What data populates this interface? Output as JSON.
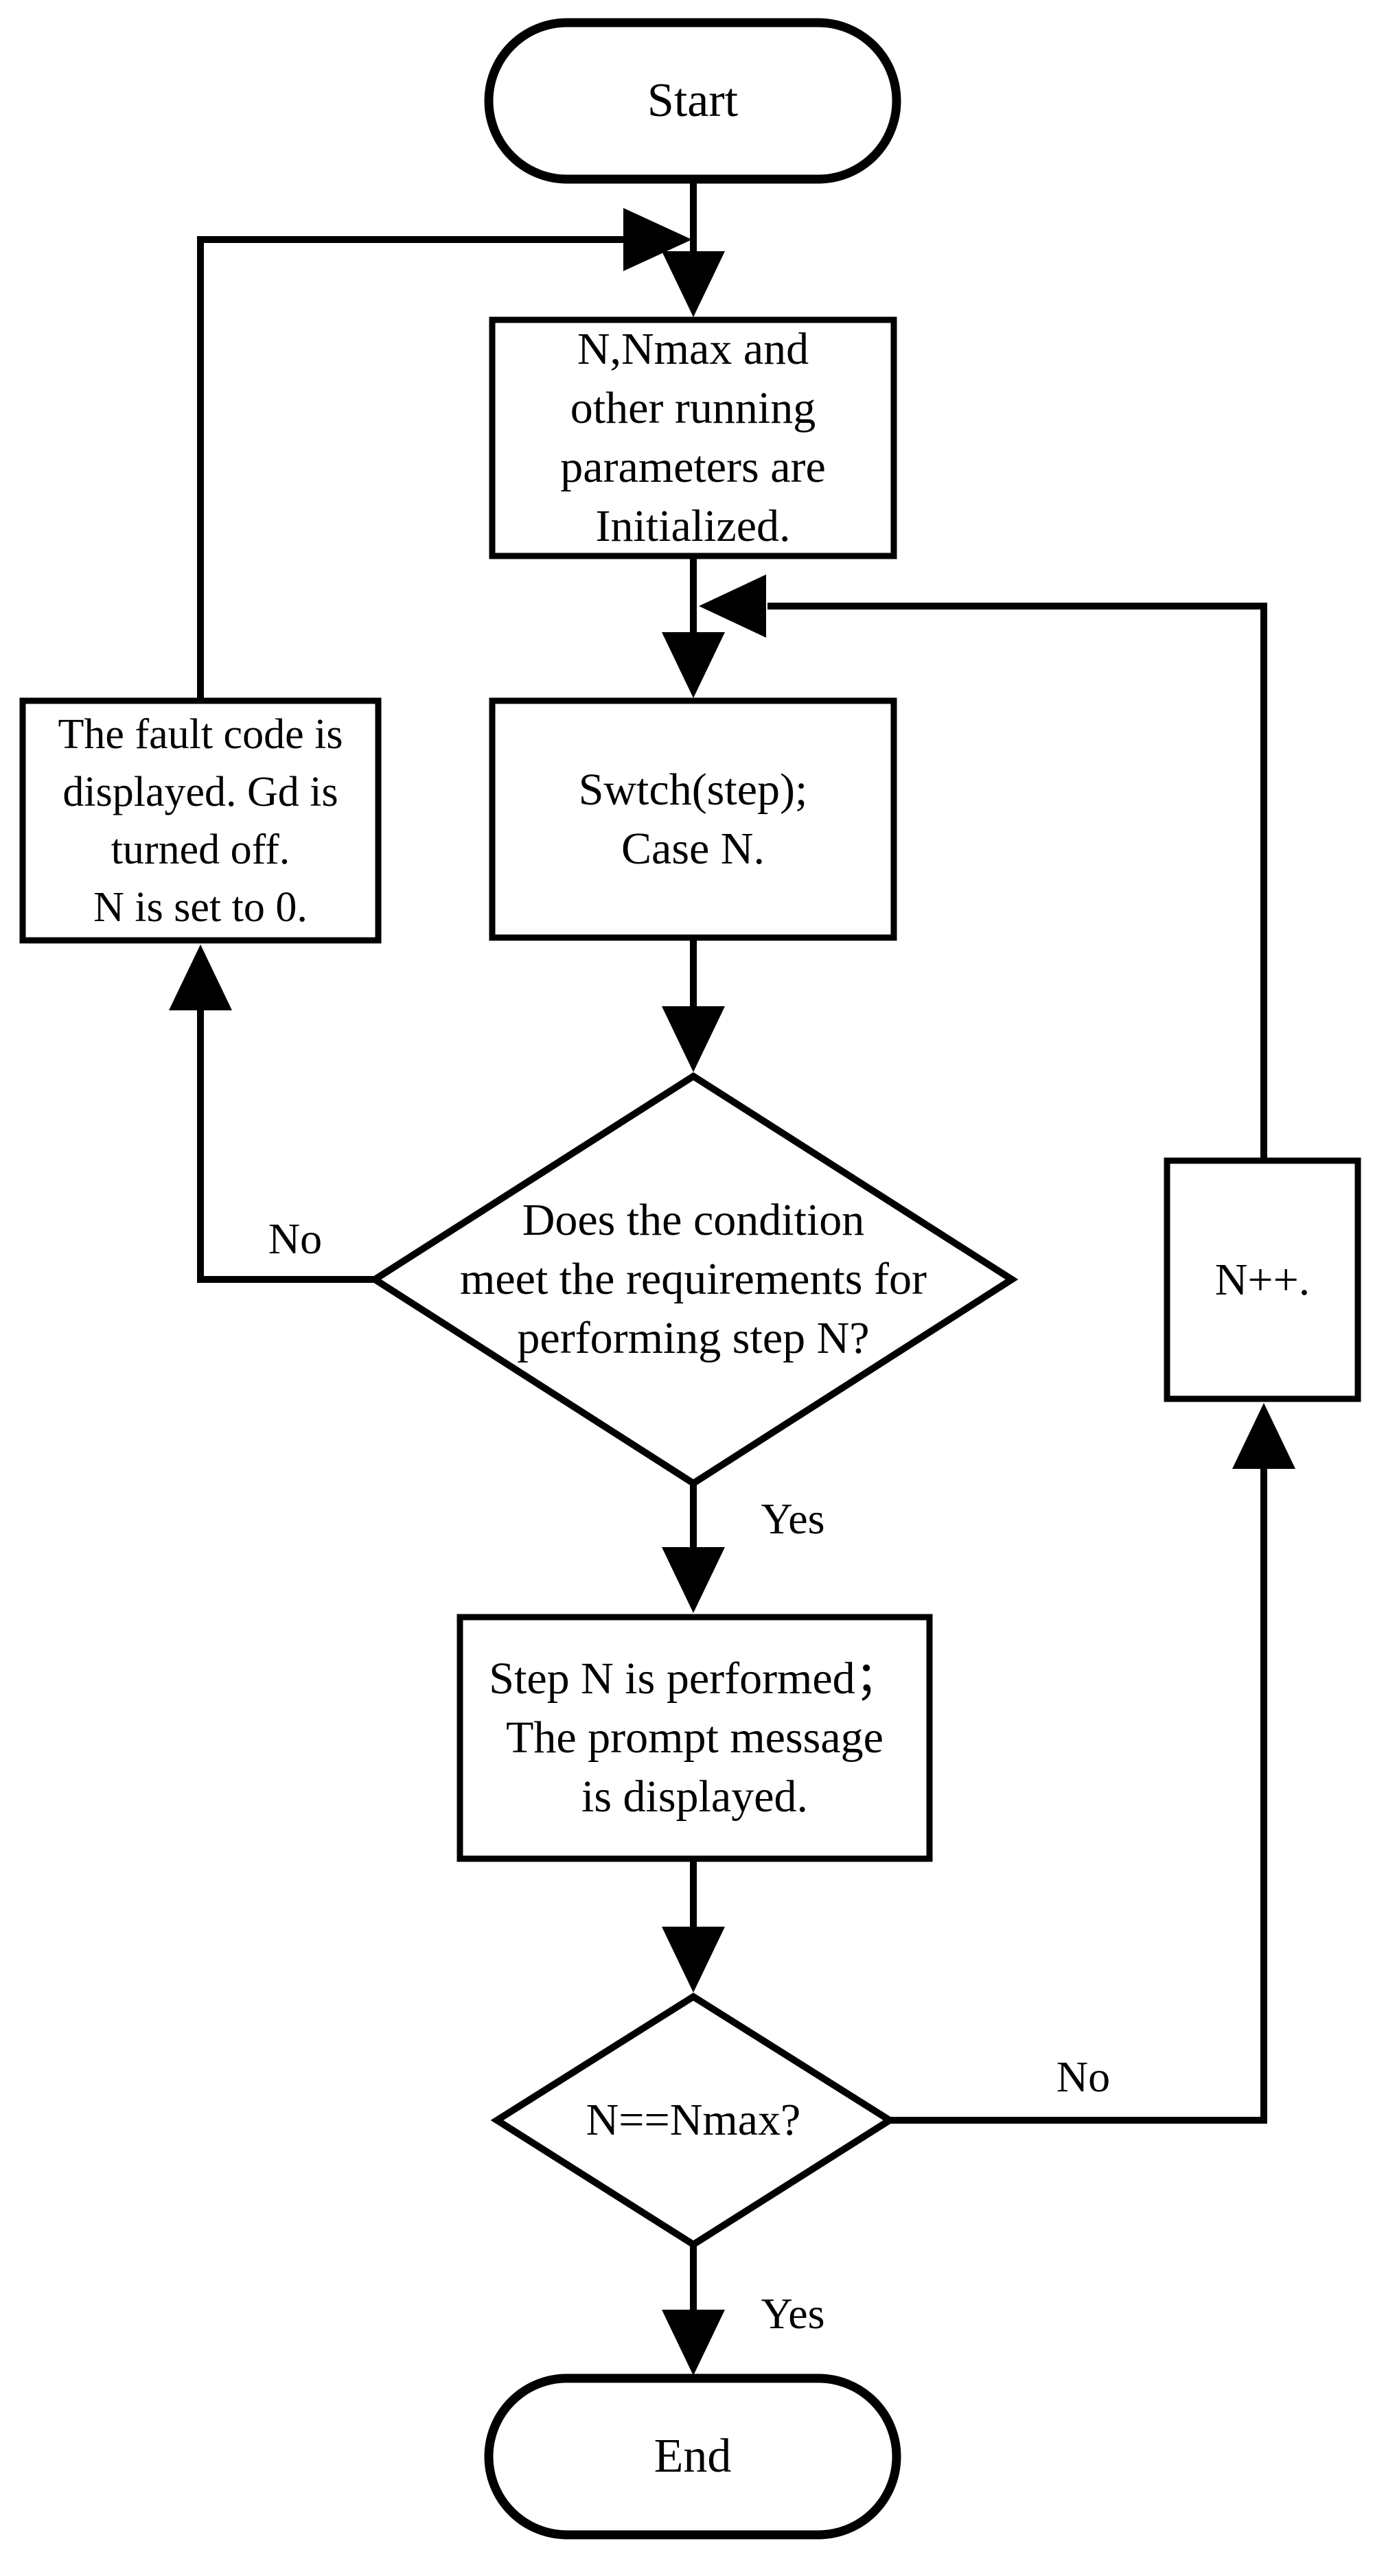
{
  "diagram": {
    "type": "flowchart",
    "colors": {
      "stroke": "#000000",
      "fill": "#ffffff",
      "text": "#000000"
    },
    "nodes": {
      "start": {
        "type": "terminator",
        "label": "Start"
      },
      "init": {
        "type": "process",
        "lines": [
          "N,Nmax and",
          "other running",
          "parameters are",
          "Initialized."
        ]
      },
      "switch_step": {
        "type": "process",
        "lines": [
          "Swtch(step);",
          "Case N."
        ]
      },
      "fault": {
        "type": "process",
        "lines": [
          "The fault code is",
          "displayed. Gd is",
          "turned off.",
          "N is set to 0."
        ]
      },
      "condition_check": {
        "type": "decision",
        "lines": [
          "Does the condition",
          "meet the requirements for",
          "performing step N?"
        ]
      },
      "perform_step": {
        "type": "process",
        "lines": [
          "Step N is performed；",
          "The prompt message",
          "is displayed."
        ]
      },
      "nmax_check": {
        "type": "decision",
        "lines": [
          "N==Nmax?"
        ]
      },
      "increment": {
        "type": "process",
        "lines": [
          "N++."
        ]
      },
      "end": {
        "type": "terminator",
        "label": "End"
      }
    },
    "edge_labels": {
      "condition_no": "No",
      "condition_yes": "Yes",
      "nmax_no": "No",
      "nmax_yes": "Yes"
    }
  }
}
